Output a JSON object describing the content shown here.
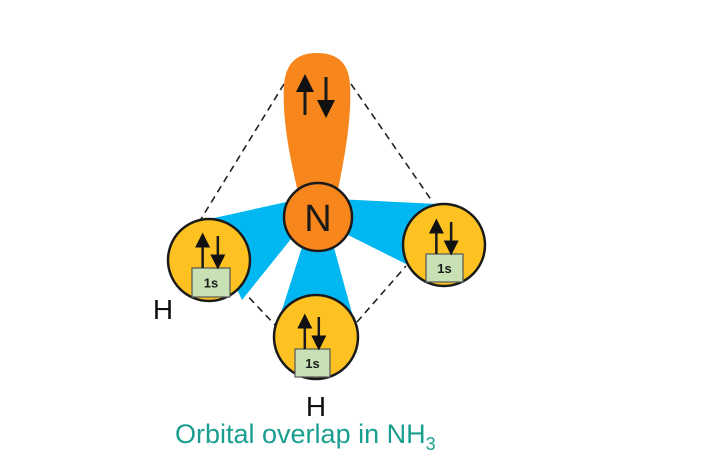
{
  "diagram": {
    "central_atom": "N",
    "hydrogen_label": "H",
    "orbital_label": "1s",
    "electron_pair": "↑↓",
    "caption": {
      "main": "Orbital overlap in NH",
      "subscript": "3"
    },
    "colors": {
      "lone_pair_lobe": "#f7861c",
      "nitrogen": "#f7861c",
      "bond_overlap": "#00b7f1",
      "hydrogen": "#fdc222",
      "orbital_box": "#c7e1b5",
      "caption": "#1a9e8f"
    }
  }
}
